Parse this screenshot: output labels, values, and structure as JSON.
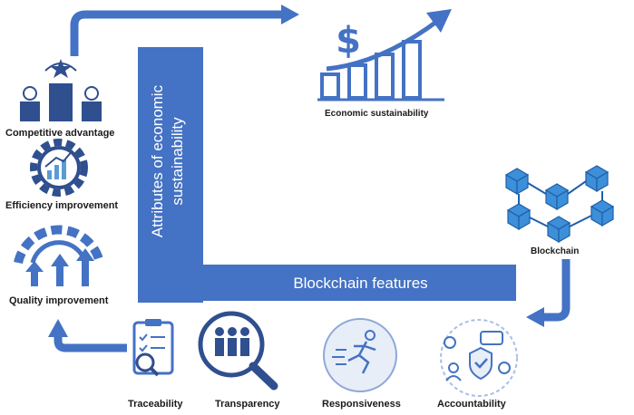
{
  "attributes_bar": {
    "text": "Attributes of economic sustainability"
  },
  "features_bar": {
    "text": "Blockchain features"
  },
  "economic_sustainability": {
    "label": "Economic sustainability"
  },
  "blockchain": {
    "label": "Blockchain"
  },
  "left_items": [
    {
      "label": "Competitive advantage",
      "icon": "podium-icon"
    },
    {
      "label": "Efficiency improvement",
      "icon": "gear-chart-icon"
    },
    {
      "label": "Quality improvement",
      "icon": "gear-arrows-icon"
    }
  ],
  "bottom_items": [
    {
      "label": "Traceability",
      "icon": "clipboard-magnifier-icon"
    },
    {
      "label": "Transparency",
      "icon": "people-magnifier-icon"
    },
    {
      "label": "Responsiveness",
      "icon": "running-person-icon"
    },
    {
      "label": "Accountability",
      "icon": "shield-check-icon"
    }
  ],
  "colors": {
    "primary_blue": "#4472C4",
    "dark_blue": "#2F4F8F",
    "light_blue": "#5B9BD5",
    "cube_blue": "#3C8FD8"
  }
}
